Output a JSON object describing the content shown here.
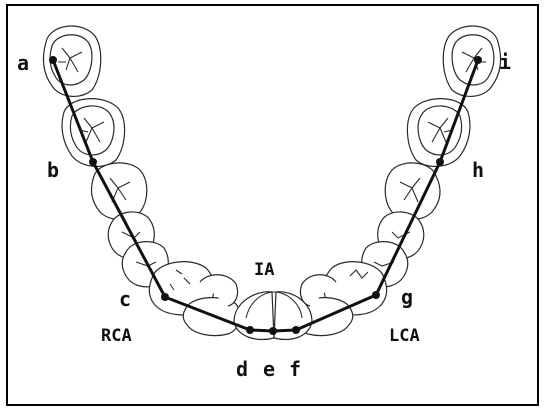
{
  "labels": {
    "a": "a",
    "b": "b",
    "c": "c",
    "d": "d",
    "e": "e",
    "f": "f",
    "g": "g",
    "h": "h",
    "i": "i",
    "IA": "IA",
    "RCA": "RCA",
    "LCA": "LCA"
  },
  "colors": {
    "line": "#111111",
    "outline": "#2a2a2a",
    "frame": "#000000",
    "background": "#ffffff"
  }
}
